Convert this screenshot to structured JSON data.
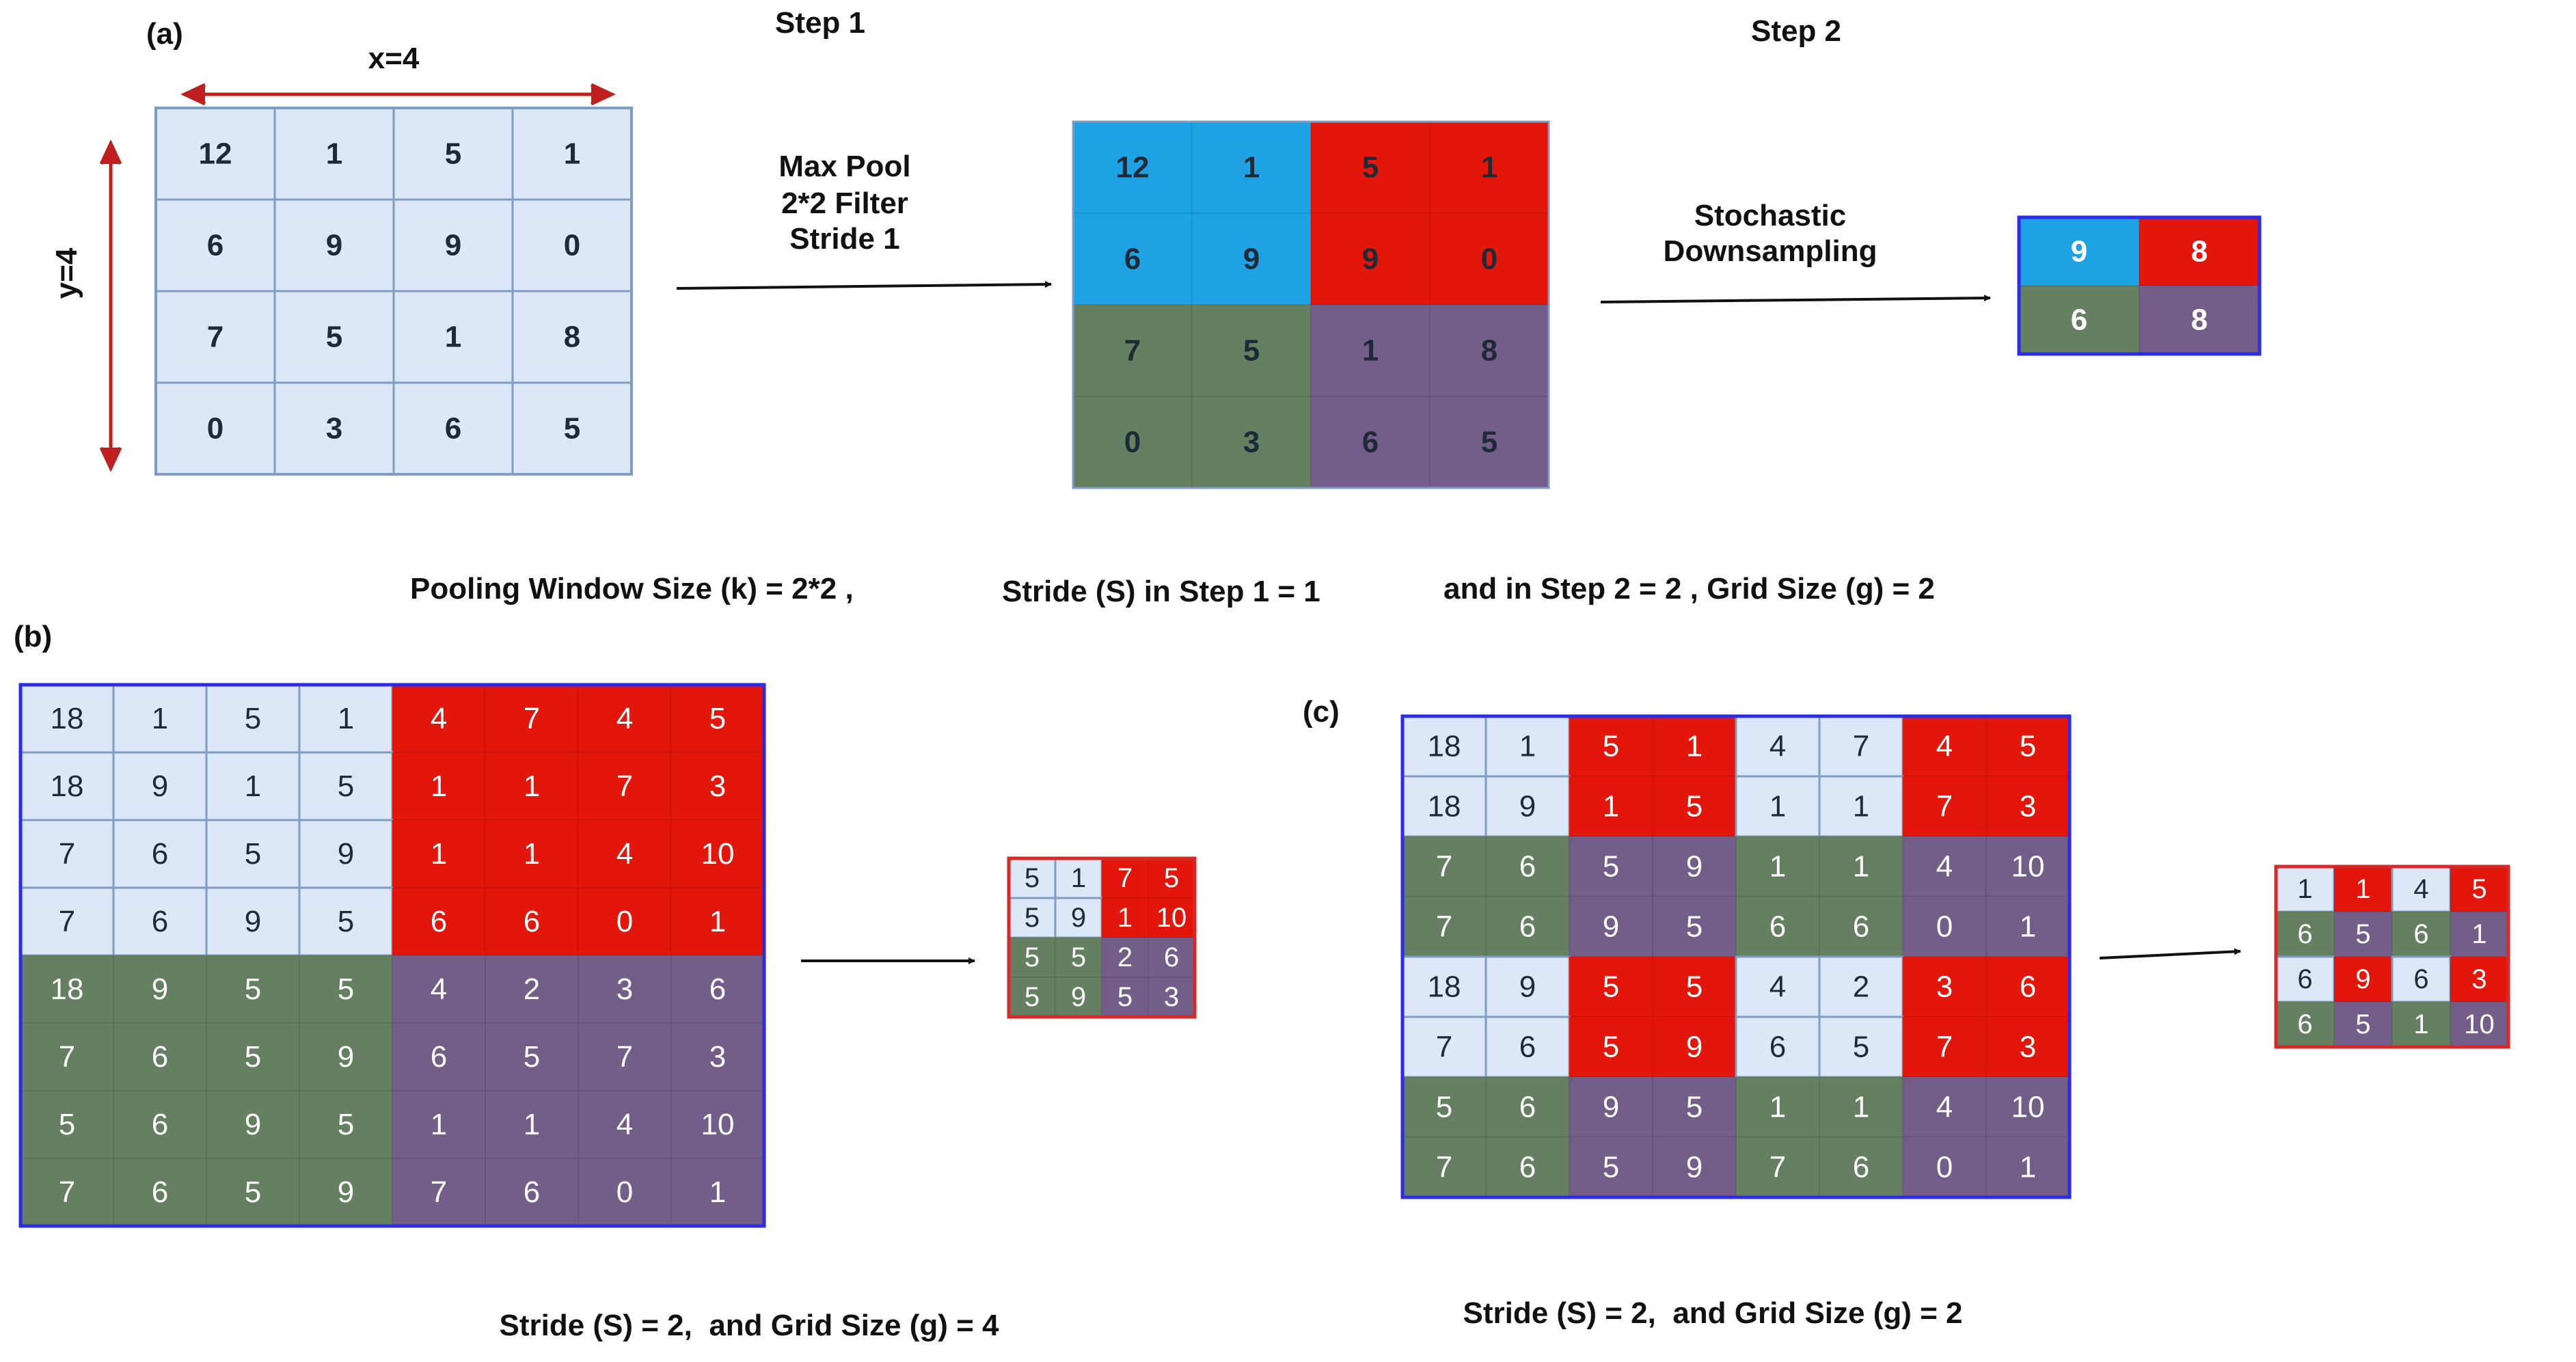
{
  "colors": {
    "light": "#dce8f7",
    "light_border": "#7f9cc2",
    "blue": "#1ea2e4",
    "red": "#e3160b",
    "green": "#657f61",
    "purple": "#735e8a",
    "frame_blue": "#2b2be8",
    "frame_red": "#d62a2a",
    "arrow_red": "#c01f1f"
  },
  "panel_a": {
    "label": "(a)",
    "step1": "Step 1",
    "step2": "Step 2",
    "x_label": "x=4",
    "y_label": "y=4",
    "input": [
      [
        "12",
        "1",
        "5",
        "1"
      ],
      [
        "6",
        "9",
        "9",
        "0"
      ],
      [
        "7",
        "5",
        "1",
        "8"
      ],
      [
        "0",
        "3",
        "6",
        "5"
      ]
    ],
    "op1_lines": [
      "Max Pool",
      "2*2 Filter",
      "Stride 1"
    ],
    "pooled": [
      [
        "12",
        "1",
        "5",
        "1"
      ],
      [
        "6",
        "9",
        "9",
        "0"
      ],
      [
        "7",
        "5",
        "1",
        "8"
      ],
      [
        "0",
        "3",
        "6",
        "5"
      ]
    ],
    "pooled_colors": [
      [
        "blue",
        "blue",
        "red",
        "red"
      ],
      [
        "blue",
        "blue",
        "red",
        "red"
      ],
      [
        "green",
        "green",
        "purple",
        "purple"
      ],
      [
        "green",
        "green",
        "purple",
        "purple"
      ]
    ],
    "op2_lines": [
      "Stochastic",
      "Downsampling"
    ],
    "output": [
      [
        "9",
        "8"
      ],
      [
        "6",
        "8"
      ]
    ],
    "output_colors": [
      [
        "blue",
        "red"
      ],
      [
        "green",
        "purple"
      ]
    ],
    "caption_1": "Pooling Window Size (k) = 2*2 ,",
    "caption_2": "Stride (S) in Step 1 = 1",
    "caption_3": "and in Step 2 = 2 , Grid Size (g) = 2"
  },
  "panel_b": {
    "label": "(b)",
    "input": [
      [
        "18",
        "1",
        "5",
        "1",
        "4",
        "7",
        "4",
        "5"
      ],
      [
        "18",
        "9",
        "1",
        "5",
        "1",
        "1",
        "7",
        "3"
      ],
      [
        "7",
        "6",
        "5",
        "9",
        "1",
        "1",
        "4",
        "10"
      ],
      [
        "7",
        "6",
        "9",
        "5",
        "6",
        "6",
        "0",
        "1"
      ],
      [
        "18",
        "9",
        "5",
        "5",
        "4",
        "2",
        "3",
        "6"
      ],
      [
        "7",
        "6",
        "5",
        "9",
        "6",
        "5",
        "7",
        "3"
      ],
      [
        "5",
        "6",
        "9",
        "5",
        "1",
        "1",
        "4",
        "10"
      ],
      [
        "7",
        "6",
        "5",
        "9",
        "7",
        "6",
        "0",
        "1"
      ]
    ],
    "input_colors": [
      [
        "light",
        "light",
        "light",
        "light",
        "red",
        "red",
        "red",
        "red"
      ],
      [
        "light",
        "light",
        "light",
        "light",
        "red",
        "red",
        "red",
        "red"
      ],
      [
        "light",
        "light",
        "light",
        "light",
        "red",
        "red",
        "red",
        "red"
      ],
      [
        "light",
        "light",
        "light",
        "light",
        "red",
        "red",
        "red",
        "red"
      ],
      [
        "green",
        "green",
        "green",
        "green",
        "purple",
        "purple",
        "purple",
        "purple"
      ],
      [
        "green",
        "green",
        "green",
        "green",
        "purple",
        "purple",
        "purple",
        "purple"
      ],
      [
        "green",
        "green",
        "green",
        "green",
        "purple",
        "purple",
        "purple",
        "purple"
      ],
      [
        "green",
        "green",
        "green",
        "green",
        "purple",
        "purple",
        "purple",
        "purple"
      ]
    ],
    "output": [
      [
        "5",
        "1",
        "7",
        "5"
      ],
      [
        "5",
        "9",
        "1",
        "10"
      ],
      [
        "5",
        "5",
        "2",
        "6"
      ],
      [
        "5",
        "9",
        "5",
        "3"
      ]
    ],
    "output_colors": [
      [
        "light",
        "light",
        "red",
        "red"
      ],
      [
        "light",
        "light",
        "red",
        "red"
      ],
      [
        "green",
        "green",
        "purple",
        "purple"
      ],
      [
        "green",
        "green",
        "purple",
        "purple"
      ]
    ],
    "caption": "Stride (S) = 2,  and Grid Size (g) = 4"
  },
  "panel_c": {
    "label": "(c)",
    "input": [
      [
        "18",
        "1",
        "5",
        "1",
        "4",
        "7",
        "4",
        "5"
      ],
      [
        "18",
        "9",
        "1",
        "5",
        "1",
        "1",
        "7",
        "3"
      ],
      [
        "7",
        "6",
        "5",
        "9",
        "1",
        "1",
        "4",
        "10"
      ],
      [
        "7",
        "6",
        "9",
        "5",
        "6",
        "6",
        "0",
        "1"
      ],
      [
        "18",
        "9",
        "5",
        "5",
        "4",
        "2",
        "3",
        "6"
      ],
      [
        "7",
        "6",
        "5",
        "9",
        "6",
        "5",
        "7",
        "3"
      ],
      [
        "5",
        "6",
        "9",
        "5",
        "1",
        "1",
        "4",
        "10"
      ],
      [
        "7",
        "6",
        "5",
        "9",
        "7",
        "6",
        "0",
        "1"
      ]
    ],
    "input_colors": [
      [
        "light",
        "light",
        "red",
        "red",
        "light",
        "light",
        "red",
        "red"
      ],
      [
        "light",
        "light",
        "red",
        "red",
        "light",
        "light",
        "red",
        "red"
      ],
      [
        "green",
        "green",
        "purple",
        "purple",
        "green",
        "green",
        "purple",
        "purple"
      ],
      [
        "green",
        "green",
        "purple",
        "purple",
        "green",
        "green",
        "purple",
        "purple"
      ],
      [
        "light",
        "light",
        "red",
        "red",
        "light",
        "light",
        "red",
        "red"
      ],
      [
        "light",
        "light",
        "red",
        "red",
        "light",
        "light",
        "red",
        "red"
      ],
      [
        "green",
        "green",
        "purple",
        "purple",
        "green",
        "green",
        "purple",
        "purple"
      ],
      [
        "green",
        "green",
        "purple",
        "purple",
        "green",
        "green",
        "purple",
        "purple"
      ]
    ],
    "output": [
      [
        "1",
        "1",
        "4",
        "5"
      ],
      [
        "6",
        "5",
        "6",
        "1"
      ],
      [
        "6",
        "9",
        "6",
        "3"
      ],
      [
        "6",
        "5",
        "1",
        "10"
      ]
    ],
    "output_colors": [
      [
        "light",
        "red",
        "light",
        "red"
      ],
      [
        "green",
        "purple",
        "green",
        "purple"
      ],
      [
        "light",
        "red",
        "light",
        "red"
      ],
      [
        "green",
        "purple",
        "green",
        "purple"
      ]
    ],
    "caption": "Stride (S) = 2,  and Grid Size (g) = 2"
  }
}
